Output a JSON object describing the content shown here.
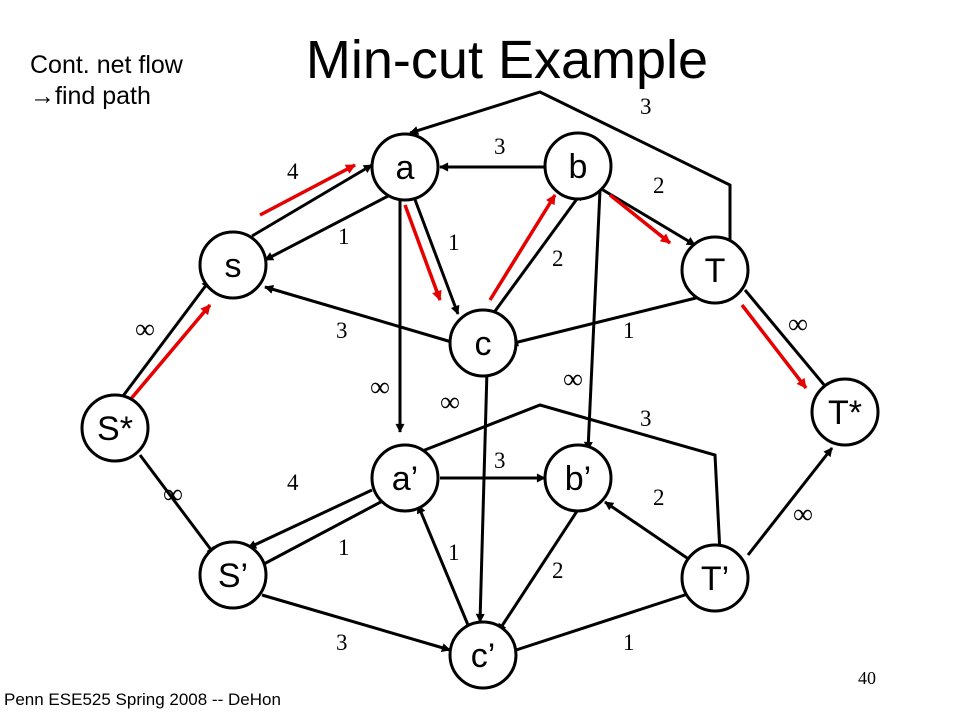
{
  "slide": {
    "title": "Min-cut Example",
    "note_line1": "Cont. net flow",
    "note_line2": "→find path",
    "footer": "Penn ESE525 Spring 2008 -- DeHon",
    "page_number": "40"
  },
  "colors": {
    "flow_arrow": "#e60000",
    "edge": "#000000"
  },
  "nodes": {
    "s": "s",
    "a": "a",
    "b": "b",
    "c": "c",
    "T": "T",
    "S_star": "S*",
    "T_star": "T*",
    "a_p": "a’",
    "b_p": "b’",
    "c_p": "c’",
    "S_p": "S’",
    "T_p": "T’"
  },
  "capacities": {
    "s_a": "4",
    "a_s": "1",
    "a_c": "1",
    "b_a": "3",
    "c_b": "2",
    "b_T": "2",
    "T_a": "3",
    "T_c": "1",
    "c_s": "3",
    "Sp_ap": "4",
    "ap_Sp": "1",
    "cp_ap": "1",
    "ap_bp": "3",
    "bp_cp": "2",
    "Tp_bp": "2",
    "top_Tp": "3",
    "cp_Tp": "1",
    "Sp_cp": "3",
    "inf": "∞"
  }
}
